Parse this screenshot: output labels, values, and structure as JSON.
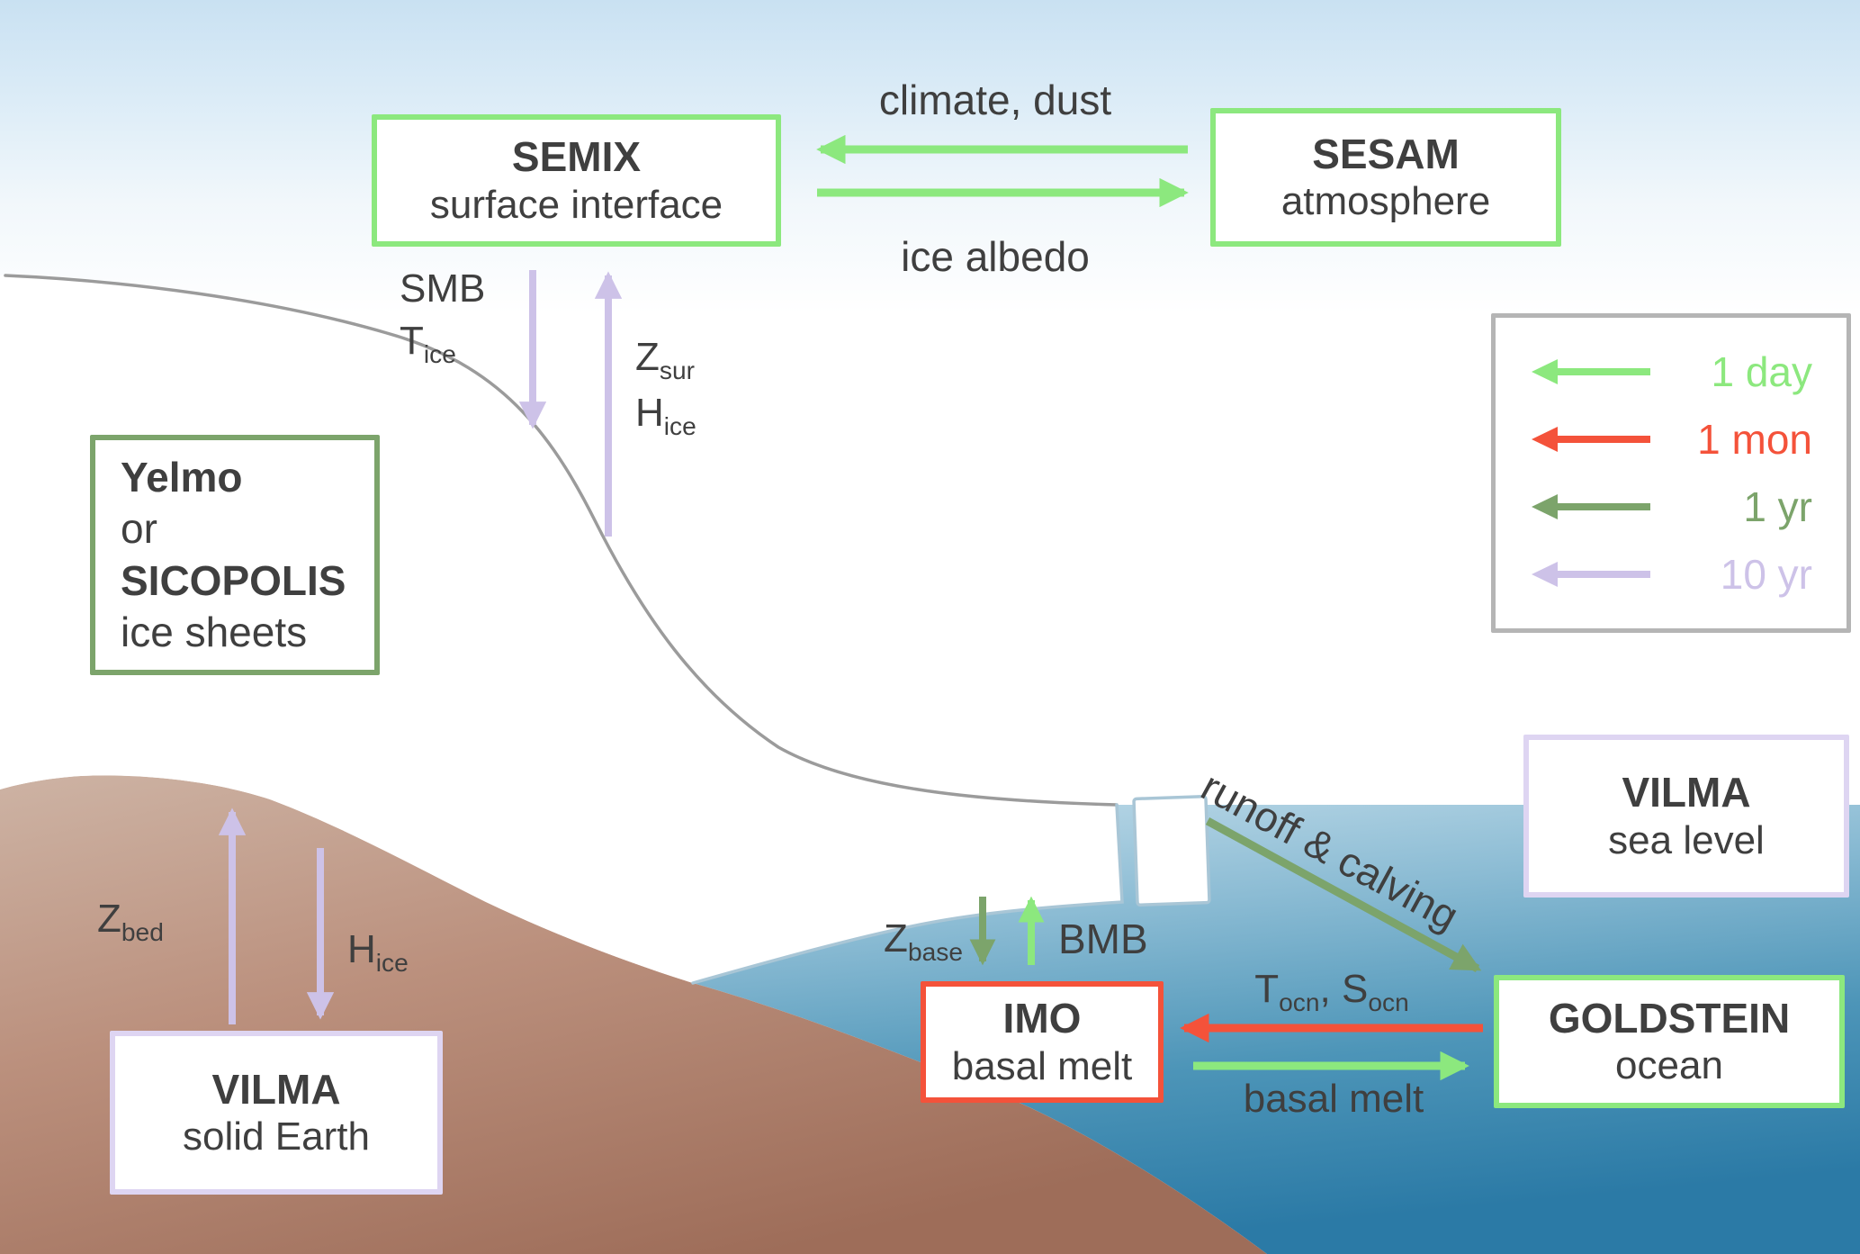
{
  "colors": {
    "green_light": "#8ce87e",
    "green_dark": "#7ca46b",
    "red": "#f4523a",
    "purple": "#cdc2e8",
    "purple_box": "#ded5f2",
    "gray_border": "#b5b5b5",
    "text": "#3f3f3f"
  },
  "boxes": {
    "semix": {
      "title": "SEMIX",
      "subtitle": "surface interface"
    },
    "sesam": {
      "title": "SESAM",
      "subtitle": "atmosphere"
    },
    "ice_sheets": {
      "line1": "Yelmo",
      "line2": "or",
      "line3": "SICOPOLIS",
      "line4": "ice sheets"
    },
    "vilma_sea": {
      "title": "VILMA",
      "subtitle": "sea level"
    },
    "imo": {
      "title": "IMO",
      "subtitle": "basal melt"
    },
    "goldstein": {
      "title": "GOLDSTEIN",
      "subtitle": "ocean"
    },
    "vilma_earth": {
      "title": "VILMA",
      "subtitle": "solid Earth"
    }
  },
  "legend": {
    "items": [
      {
        "label": "1 day",
        "color": "#8ce87e"
      },
      {
        "label": "1 mon",
        "color": "#f4523a"
      },
      {
        "label": "1 yr",
        "color": "#7ca46b"
      },
      {
        "label": "10 yr",
        "color": "#cdc2e8"
      }
    ]
  },
  "labels": {
    "climate_dust": "climate, dust",
    "ice_albedo": "ice albedo",
    "runoff_calving": "runoff & calving",
    "basal_melt": "basal melt",
    "smb": "SMB",
    "bmb": "BMB",
    "t_ice": [
      {
        "t": "T"
      },
      {
        "t": "ice",
        "sub": true
      }
    ],
    "z_sur": [
      {
        "t": "Z"
      },
      {
        "t": "sur",
        "sub": true
      }
    ],
    "h_ice_top": [
      {
        "t": "H"
      },
      {
        "t": "ice",
        "sub": true
      }
    ],
    "z_bed": [
      {
        "t": "Z"
      },
      {
        "t": "bed",
        "sub": true
      }
    ],
    "h_ice_bottom": [
      {
        "t": "H"
      },
      {
        "t": "ice",
        "sub": true
      }
    ],
    "z_base": [
      {
        "t": "Z"
      },
      {
        "t": "base",
        "sub": true
      }
    ],
    "tocn_socn": [
      {
        "t": "T"
      },
      {
        "t": "ocn",
        "sub": true
      },
      {
        "t": ", S"
      },
      {
        "t": "ocn",
        "sub": true
      }
    ]
  }
}
